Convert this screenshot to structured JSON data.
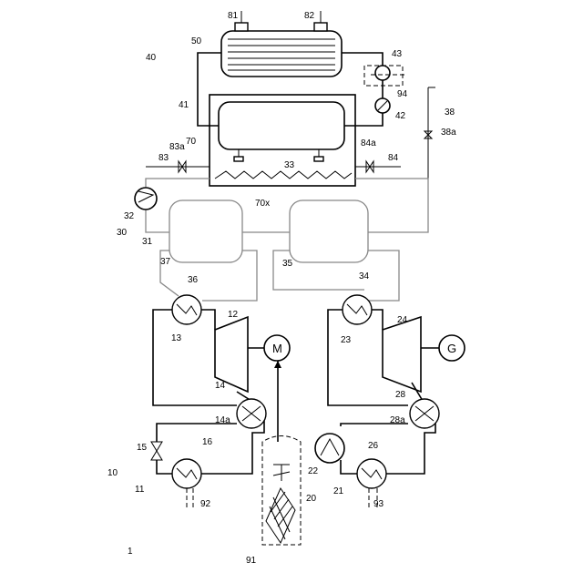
{
  "labels": {
    "fig": "1",
    "sys10": "10",
    "l11": "11",
    "l12": "12",
    "l13": "13",
    "l14": "14",
    "l14a": "14a",
    "l15": "15",
    "l16": "16",
    "l20": "20",
    "l21": "21",
    "l22": "22",
    "l23": "23",
    "l24": "24",
    "l26": "26",
    "l28": "28",
    "l28a": "28a",
    "l30": "30",
    "l31": "31",
    "l32": "32",
    "l33": "33",
    "l34": "34",
    "l35": "35",
    "l36": "36",
    "l37": "37",
    "l38": "38",
    "l38a": "38a",
    "sys40": "40",
    "l41": "41",
    "l42": "42",
    "l43": "43",
    "l50": "50",
    "l70": "70",
    "l70x": "70x",
    "l81": "81",
    "l82": "82",
    "l83": "83",
    "l83a": "83a",
    "l84": "84",
    "l84a": "84a",
    "l91": "91",
    "l92": "92",
    "l93": "93",
    "l94": "94",
    "motor": "M",
    "generator": "G"
  }
}
